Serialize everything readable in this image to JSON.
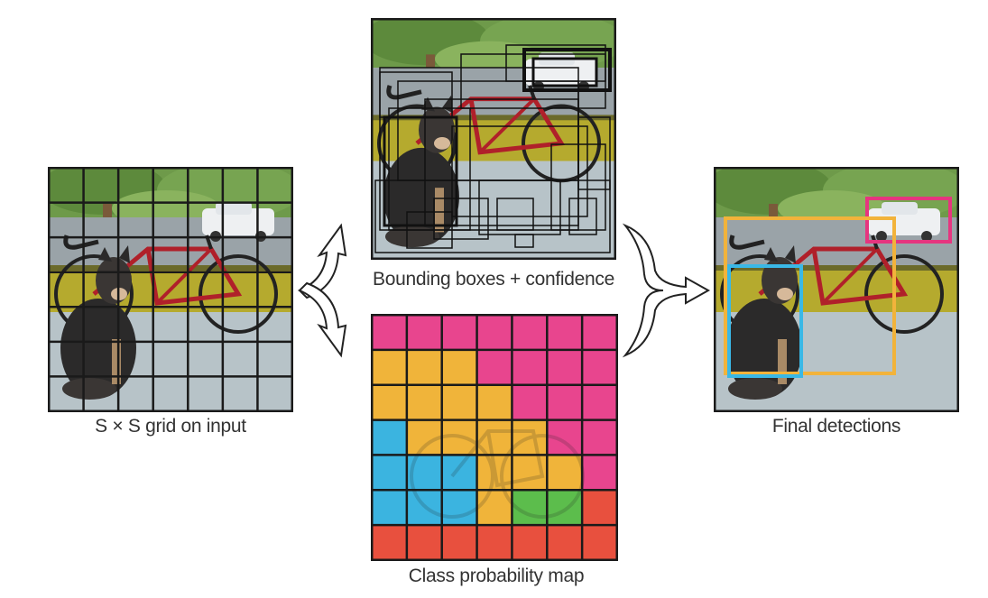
{
  "captions": {
    "input": "S × S grid on input",
    "boxes": "Bounding boxes + confidence",
    "probmap": "Class probability map",
    "final": "Final detections"
  },
  "grid": {
    "rows": 7,
    "cols": 7
  },
  "class_map": [
    [
      "magenta",
      "magenta",
      "magenta",
      "magenta",
      "magenta",
      "magenta",
      "magenta"
    ],
    [
      "yellow",
      "yellow",
      "yellow",
      "magenta",
      "magenta",
      "magenta",
      "magenta"
    ],
    [
      "yellow",
      "yellow",
      "yellow",
      "yellow",
      "magenta",
      "magenta",
      "magenta"
    ],
    [
      "blue",
      "yellow",
      "yellow",
      "yellow",
      "yellow",
      "magenta",
      "magenta"
    ],
    [
      "blue",
      "blue",
      "blue",
      "yellow",
      "yellow",
      "yellow",
      "magenta"
    ],
    [
      "blue",
      "blue",
      "blue",
      "yellow",
      "green",
      "green",
      "red"
    ],
    [
      "red",
      "red",
      "red",
      "red",
      "red",
      "red",
      "red"
    ]
  ],
  "colors": {
    "magenta": "#e8458e",
    "yellow": "#f0b43a",
    "blue": "#3bb4e0",
    "green": "#5cbd4c",
    "red": "#e8503e",
    "caption": "#333333",
    "grid_line": "#1a1a1a",
    "car_box": "#e6357f",
    "bike_box": "#f2b33b",
    "dog_box": "#3ab8e6"
  },
  "detections": [
    {
      "class": "car",
      "color": "#e6357f"
    },
    {
      "class": "bicycle",
      "color": "#f2b33b"
    },
    {
      "class": "dog",
      "color": "#3ab8e6"
    }
  ]
}
